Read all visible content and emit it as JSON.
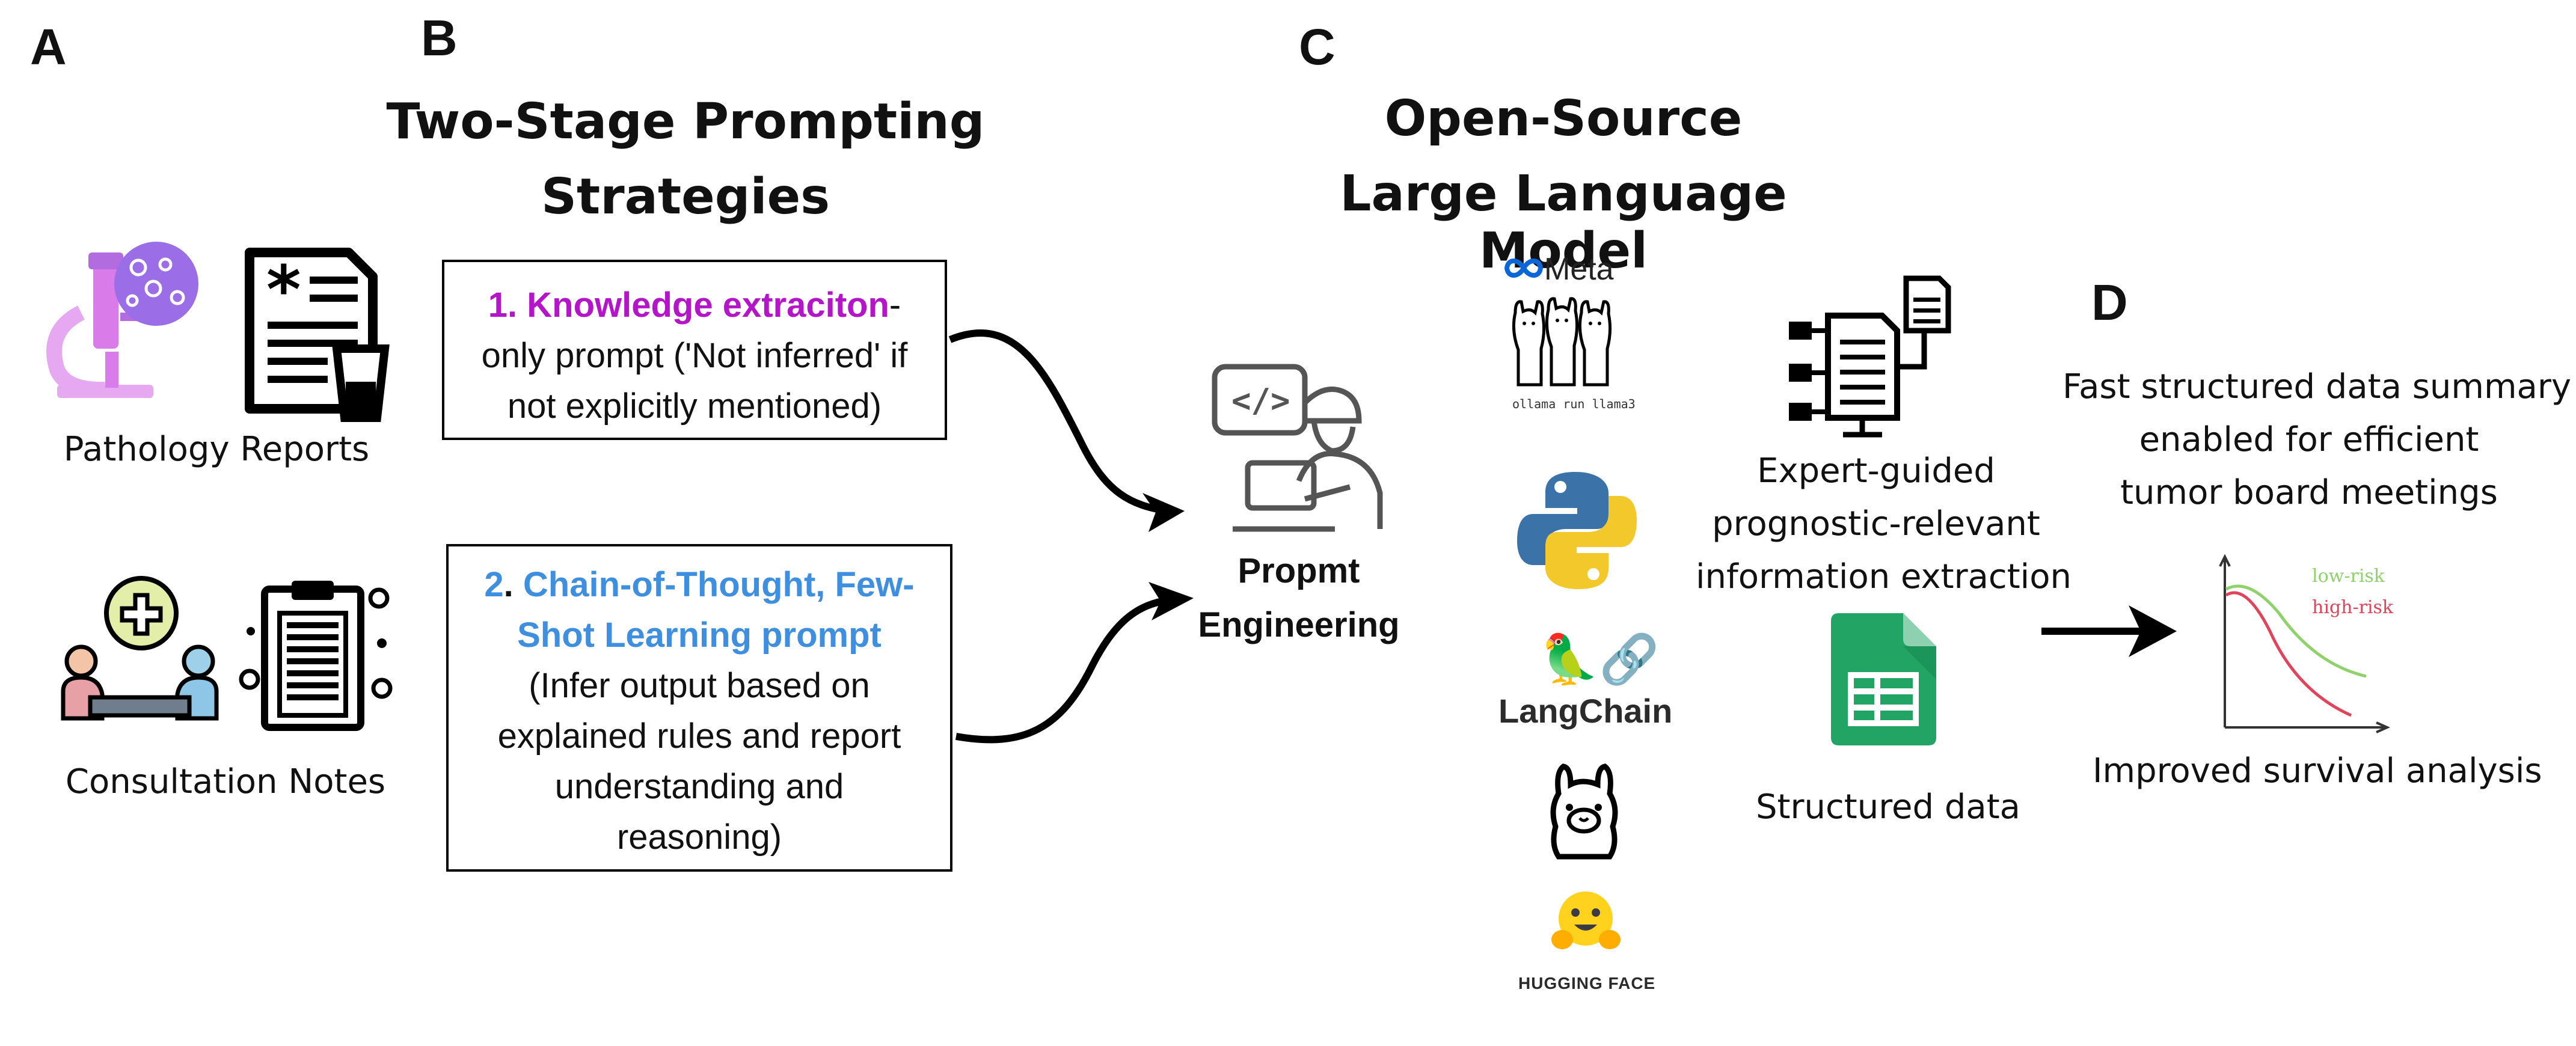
{
  "panels": {
    "a": {
      "letter": "A",
      "pathology_label": "Pathology Reports",
      "consultation_label": "Consultation Notes"
    },
    "b": {
      "letter": "B",
      "title_line1": "Two-Stage Prompting",
      "title_line2": "Strategies",
      "box1": {
        "num": "1. ",
        "highlight": "Knowledge extraciton",
        "rest1": "-",
        "line2": "only prompt ('Not inferred' if",
        "line3": "not explicitly mentioned)"
      },
      "box2": {
        "num": "2",
        "dot": ". ",
        "highlight_a": "Chain-of-Thought, Few-",
        "highlight_b": "Shot Learning prompt",
        "line3": "(Infer output based on",
        "line4": "explained rules and report",
        "line5": "understanding and",
        "line6": "reasoning)"
      },
      "engineer_line1": "Propmt",
      "engineer_line2": "Engineering"
    },
    "c": {
      "letter": "C",
      "title_line1": "Open-Source",
      "title_line2": "Large Language Model",
      "meta_label": "Meta",
      "ollama_cmd": "ollama run llama3",
      "langchain_label": "LangChain",
      "huggingface_label": "HUGGING FACE",
      "extraction_line1": "Expert-guided",
      "extraction_line2": "prognostic-relevant",
      "extraction_line3": "information extraction",
      "structured_label": "Structured data"
    },
    "d": {
      "letter": "D",
      "summary_line1": "Fast structured data summary",
      "summary_line2": "enabled for efficient",
      "summary_line3": "tumor board meetings",
      "low_risk": "low-risk",
      "high_risk": "high-risk",
      "survival_label": "Improved survival analysis"
    }
  },
  "colors": {
    "purple": "#b515c8",
    "blue": "#3f8fe0",
    "low_risk": "#8fd16a",
    "high_risk": "#e0435a",
    "sheets_green": "#21a464"
  }
}
